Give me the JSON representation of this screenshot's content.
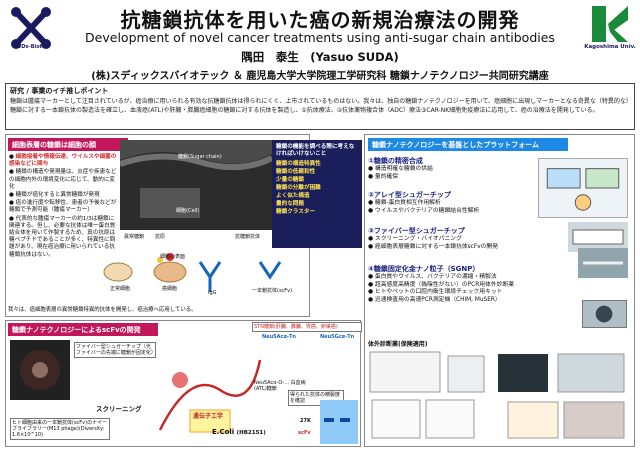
{
  "header": {
    "logo_left_text": "SUDx-Biotec",
    "logo_right_text": "Kagoshima Univ.",
    "title_jp": "抗糖鎖抗体を用いた癌の新規治療法の開発",
    "title_en": "Development of novel cancer treatments using anti-sugar chain antibodies",
    "author": "隅田　泰生　(Yasuo SUDA)",
    "affiliation": "(株)スディックスバイオテック ＆ 鹿児島大学大学院理工学研究科 糖鎖ナノテクノロジー共同研究講座"
  },
  "intro": {
    "heading": "研究 / 事業のイチ推しポイント",
    "body": "糖鎖は腫瘍マーカーとして注目されているが、癌治療に用いられる有効な抗糖鎖抗体は得られにくく、上市されているものはない。我々は、独自の糖鎖ナノテクノロジーを用いて、癌細胞に出現しマーカーとなる奇異な（特異的な）糖鎖に対する一本鎖抗体の製造法を確立し、血液癌(ATL)や肝臓・膵臓癌細胞の糖鎖に対する抗体を製造し、①抗体療法、②抗体薬物複合体（ADC）療法③CAR-NK細胞免疫療法に応用して、癌の治療法を開発している。"
  },
  "left": {
    "title": "細胞表層の糖鎖は細胞の顔",
    "bullets": [
      {
        "text": "細胞接着や情報伝達、ウイルスや細菌の感染などに関与",
        "red": true
      },
      {
        "text": "糖鎖の構造や発現量は、炎症や疾患などの細胞内外の環境変化に応じて、動的に変化",
        "red": false
      },
      {
        "text": "糖鎖が癌化すると異常糖鎖が発現",
        "red": false
      },
      {
        "text": "癌の進行度や転移性、患者の予後などが糖鎖で予測可能（腫瘍マーカー）",
        "red": false
      },
      {
        "text": "代表的な腫瘍マーカーの約1/3は糖鎖に関連する。但し、必要な抗体は唯一蛋白質結合体を用いて作製するため、真の抗原は糖ペプチドであることが多く、特異性に問題があり、現在癌治療に用いられている抗糖鎖抗体はない。",
        "red": false
      }
    ],
    "sugar_label": "糖鎖(Sugar chain)",
    "cell_label": "細胞(Cell)",
    "diagram_labels": {
      "abnormal": "異常糖鎖",
      "normal_cell": "正常細胞",
      "cancer_cell": "癌細胞",
      "antigen": "抗原",
      "antibody": "抗糖鎖抗体",
      "igg": "IgG",
      "scfv": "一本鎖抗体(scFv)",
      "cell_surface": "細胞の表面"
    },
    "footnote": "我々は、癌細胞表層の異常糖鎖特異的抗体を開発し、癌治療へ応用している。"
  },
  "middle": {
    "heading": "糖鎖の機能を調べる際に考えなければいけないこと",
    "items": [
      "糖鎖の構造特異性",
      "糖鎖の低親和性",
      "少量の糖鎖",
      "糖鎖の分離が困難",
      "よく似た構造",
      "量的な問題",
      "糖鎖クラスター"
    ]
  },
  "right": {
    "title": "糖鎖ナノテクノロジーを基盤としたプラットフォーム",
    "sections": [
      {
        "title": "①糖鎖の精密合成",
        "items": [
          "構造明確な糖鎖の供給",
          "量的確保"
        ]
      },
      {
        "title": "②アレイ型シュガーチップ",
        "items": [
          "糖鎖-蛋白質相互作用解析",
          "ウイルスやバクテリアの糖鎖結合性解析"
        ]
      },
      {
        "title": "③ファイバー型シュガーチップ",
        "items": [
          "スクリーニング・バイオパニング",
          "癌細胞表層糖鎖に対する一本鎖抗体scFvの開発"
        ]
      },
      {
        "title": "④糖鎖固定化金ナノ粒子（SGNP）",
        "items": [
          "蛋白質やウイルス、バクテリアの濃縮・精製法",
          "超高感度高精度（偽陰性がない）のPCR用体外診断薬",
          "ヒトやペットの口腔内衛生環境チェック用キット",
          "迅速検査用の高速PCR測定機（CHIM, MuSER）"
        ]
      }
    ],
    "kit_label": "体外診断薬(保険適用)"
  },
  "bottom": {
    "title": "糖鎖ナノテクノロジーによるscFvの開発",
    "phage_label": "ファイバー型シュガーチップ（光ファイバーの先端に糖鎖が固定化）",
    "library_label": "ヒト細胞由来の一本鎖抗体(scFv)のナイーブライブラリー(M13 phage)(Diversity: 1.6×10^10)",
    "screening": "スクリーニング",
    "ecoli": "E.Coli",
    "ecoli_strain": "(HB2151)",
    "gene": "遺伝子工学",
    "mw": "27K",
    "scfv_label": "scFv",
    "target": "STN糖鎖(肝臓、膵臓、胃癌、卵巣癌)",
    "chain1": "Neu5Acα-Tn",
    "chain2": "Neu5Gcα-Tn",
    "atl_label": "Neu5Acα-O-... 白血病(ATL)糖鎖",
    "result": "得られた抗体の精製度を確認"
  }
}
